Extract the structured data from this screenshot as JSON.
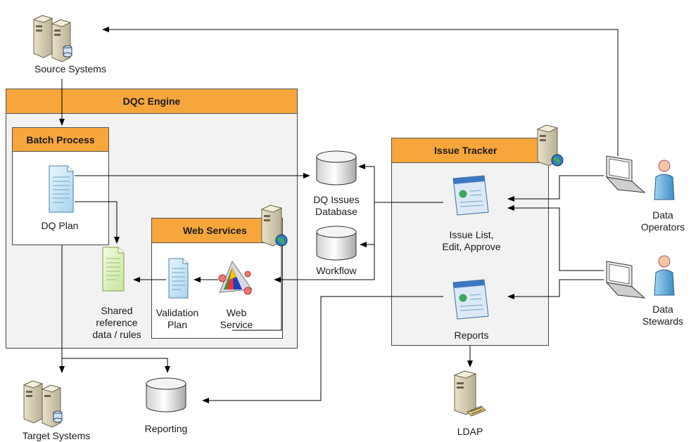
{
  "containers": {
    "dqc_engine": "DQC Engine",
    "batch_process": "Batch Process",
    "web_services": "Web Services",
    "issue_tracker": "Issue Tracker"
  },
  "nodes": {
    "source_systems": "Source Systems",
    "target_systems": "Target Systems",
    "dq_plan": "DQ Plan",
    "shared_reference": "Shared\nreference\ndata / rules",
    "validation_plan": "Validation\nPlan",
    "web_service": "Web\nService",
    "dq_issues_database": "DQ Issues\nDatabase",
    "workflow": "Workflow",
    "issue_list": "Issue List,\nEdit, Approve",
    "reports": "Reports",
    "reporting": "Reporting",
    "ldap": "LDAP",
    "data_operators": "Data\nOperators",
    "data_stewards": "Data\nStewards"
  },
  "colors": {
    "header_orange": "#f7a63b",
    "container_fill": "#f2f2f2",
    "line": "#000000"
  },
  "icons": [
    "server-stack-icon",
    "server-globe-icon",
    "document-icon",
    "database-cylinder-icon",
    "browser-window-icon",
    "laptop-icon",
    "person-icon",
    "ldap-server-icon"
  ]
}
